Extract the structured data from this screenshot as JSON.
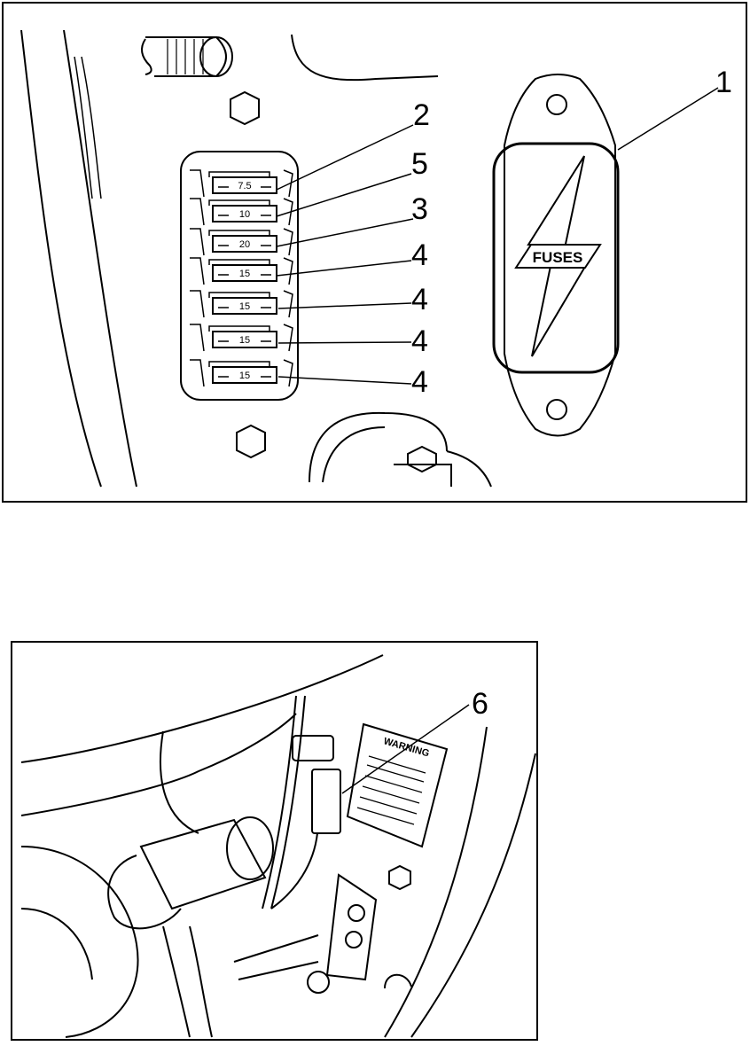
{
  "top_figure": {
    "sticker_text": "FUSES",
    "fuses": [
      {
        "rating": "7.5"
      },
      {
        "rating": "10"
      },
      {
        "rating": "20"
      },
      {
        "rating": "15"
      },
      {
        "rating": "15"
      },
      {
        "rating": "15"
      },
      {
        "rating": "15"
      }
    ],
    "callouts": [
      "1",
      "2",
      "5",
      "3",
      "4",
      "4",
      "4",
      "4"
    ]
  },
  "bottom_figure": {
    "warning_text": "WARNING",
    "callout": "6"
  }
}
